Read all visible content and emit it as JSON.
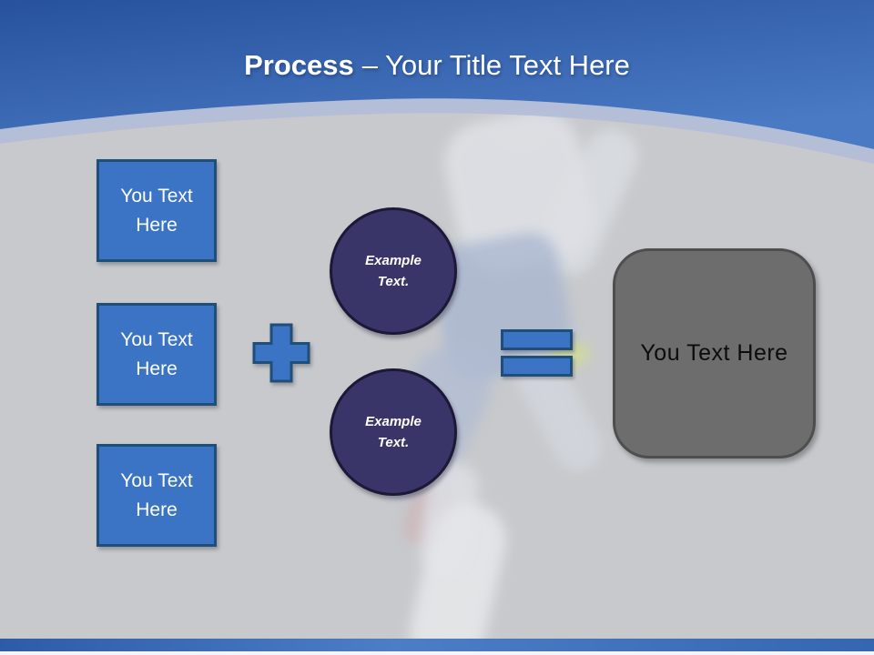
{
  "slide": {
    "title": {
      "bold": "Process",
      "rest": "– Your Title Text Here"
    },
    "left_boxes": [
      {
        "label": "You Text Here"
      },
      {
        "label": "You Text Here"
      },
      {
        "label": "You Text Here"
      }
    ],
    "circles": [
      {
        "label": "Example Text."
      },
      {
        "label": "Example Text."
      }
    ],
    "result_box": {
      "label": "You Text Here"
    },
    "icons": {
      "plus": "plus-icon",
      "equals": "equals-icon"
    },
    "colors": {
      "accent_blue": "#3b74c4",
      "accent_blue_border": "#1f4e79",
      "circle_fill": "#3a3568",
      "circle_border": "#1b1838",
      "result_gray": "#6d6d6d",
      "result_gray_border": "#4e4e4e",
      "header_blue_top": "#27519d",
      "header_blue_bottom": "#4a7ac4",
      "header_band": "#b2bcd8",
      "body_gray": "#c7c9cc",
      "title_text": "#ffffff"
    }
  }
}
